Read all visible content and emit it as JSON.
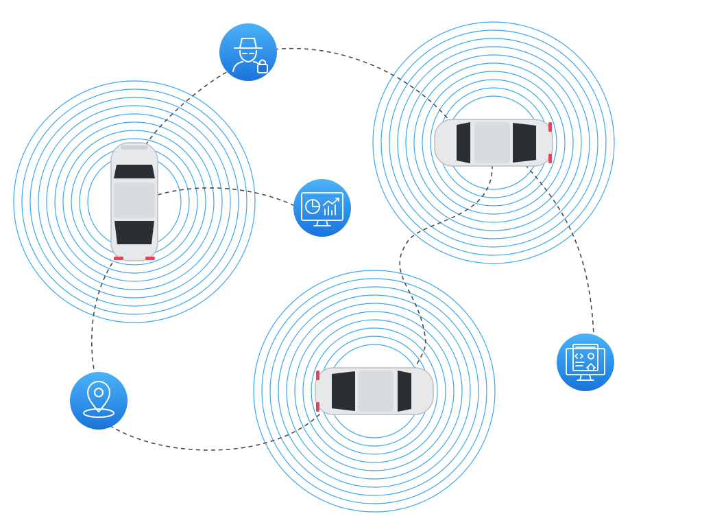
{
  "colors": {
    "background": "#ffffff",
    "ring": "#3aa7f2",
    "badge_light": "#4bb2f7",
    "badge_dark": "#1a74db",
    "connector": "#4a4a4a",
    "car_body": "#e6e8ea",
    "car_glass": "#2b2f33",
    "tail_light": "#e0455a"
  },
  "vehicles": [
    {
      "id": "car-left",
      "orientation": "vertical"
    },
    {
      "id": "car-top-right",
      "orientation": "horizontal"
    },
    {
      "id": "car-bottom-center",
      "orientation": "horizontal"
    }
  ],
  "service_badges": [
    {
      "id": "security",
      "icon": "spy-lock-icon"
    },
    {
      "id": "analytics",
      "icon": "monitor-chart-icon"
    },
    {
      "id": "location",
      "icon": "location-pin-icon"
    },
    {
      "id": "web-dashboard",
      "icon": "monitor-code-icon"
    }
  ]
}
